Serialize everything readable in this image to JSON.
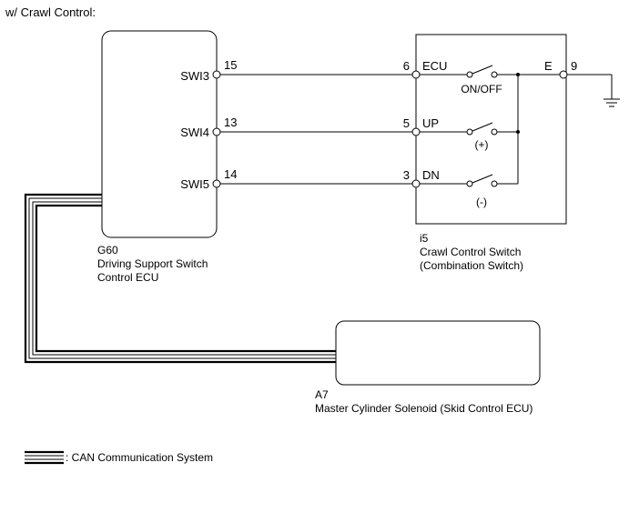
{
  "header": {
    "title": "w/ Crawl Control:"
  },
  "ecu": {
    "code": "G60",
    "name_line1": "Driving Support Switch",
    "name_line2": "Control ECU",
    "pins": [
      {
        "name": "SWI3",
        "number": "15"
      },
      {
        "name": "SWI4",
        "number": "13"
      },
      {
        "name": "SWI5",
        "number": "14"
      }
    ]
  },
  "switch": {
    "code": "i5",
    "name_line1": "Crawl Control Switch",
    "name_line2": "(Combination Switch)",
    "pins": [
      {
        "name": "ECU",
        "number": "6",
        "contact_label": "ON/OFF"
      },
      {
        "name": "UP",
        "number": "5",
        "contact_label": "(+)"
      },
      {
        "name": "DN",
        "number": "3",
        "contact_label": "(-)"
      }
    ],
    "ground_pin": {
      "name": "E",
      "number": "9"
    }
  },
  "skid_ecu": {
    "code": "A7",
    "name": "Master Cylinder Solenoid (Skid Control ECU)"
  },
  "legend": {
    "can_label": ": CAN Communication System"
  },
  "colors": {
    "line": "#000000",
    "background": "#ffffff"
  }
}
